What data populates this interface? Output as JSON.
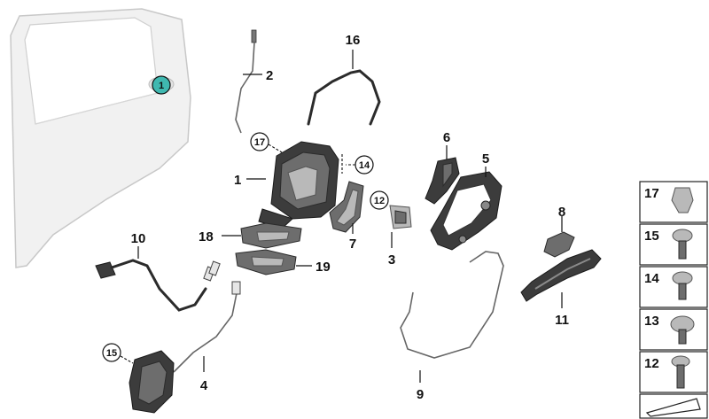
{
  "labels": {
    "p1": "1",
    "p1_door": "1",
    "p2": "2",
    "p3": "3",
    "p4": "4",
    "p5": "5",
    "p6": "6",
    "p7": "7",
    "p8": "8",
    "p9": "9",
    "p10": "10",
    "p11": "11",
    "p12": "12",
    "p14": "14",
    "p15": "15",
    "p16": "16",
    "p17": "17",
    "p18": "18",
    "p19": "19"
  },
  "sidebar": {
    "items": [
      "17",
      "15",
      "14",
      "13",
      "12"
    ]
  },
  "colors": {
    "highlight": "#3fb8b0",
    "part_dark": "#3c3c3c",
    "part_mid": "#6d6d6d",
    "door_fill": "#f1f1f1"
  }
}
